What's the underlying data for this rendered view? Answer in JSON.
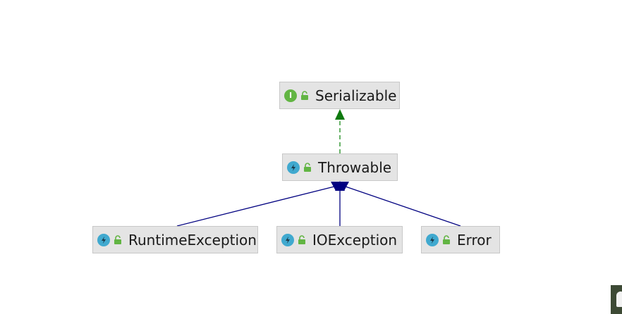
{
  "diagram": {
    "nodes": [
      {
        "id": "serializable",
        "label": "Serializable",
        "kind": "interface",
        "kind_icon": "interface-icon",
        "access_icon": "unlocked-icon"
      },
      {
        "id": "throwable",
        "label": "Throwable",
        "kind": "class",
        "kind_icon": "exception-class-icon",
        "access_icon": "unlocked-icon"
      },
      {
        "id": "runtime",
        "label": "RuntimeException",
        "kind": "class",
        "kind_icon": "exception-class-icon",
        "access_icon": "unlocked-icon"
      },
      {
        "id": "ioexception",
        "label": "IOException",
        "kind": "class",
        "kind_icon": "exception-class-icon",
        "access_icon": "unlocked-icon"
      },
      {
        "id": "error",
        "label": "Error",
        "kind": "class",
        "kind_icon": "exception-class-icon",
        "access_icon": "unlocked-icon"
      }
    ],
    "edges": [
      {
        "from": "throwable",
        "to": "serializable",
        "type": "implements",
        "style": "dashed",
        "color": "#1a8a1a"
      },
      {
        "from": "runtime",
        "to": "throwable",
        "type": "extends",
        "style": "solid",
        "color": "#000080"
      },
      {
        "from": "ioexception",
        "to": "throwable",
        "type": "extends",
        "style": "solid",
        "color": "#000080"
      },
      {
        "from": "error",
        "to": "throwable",
        "type": "extends",
        "style": "solid",
        "color": "#000080"
      }
    ],
    "interface_marker": "I"
  },
  "colors": {
    "node_fill": "#e4e4e4",
    "interface_badge": "#62b543",
    "class_badge": "#40a9cf",
    "implements_edge": "#1a8a1a",
    "extends_edge": "#000080"
  }
}
